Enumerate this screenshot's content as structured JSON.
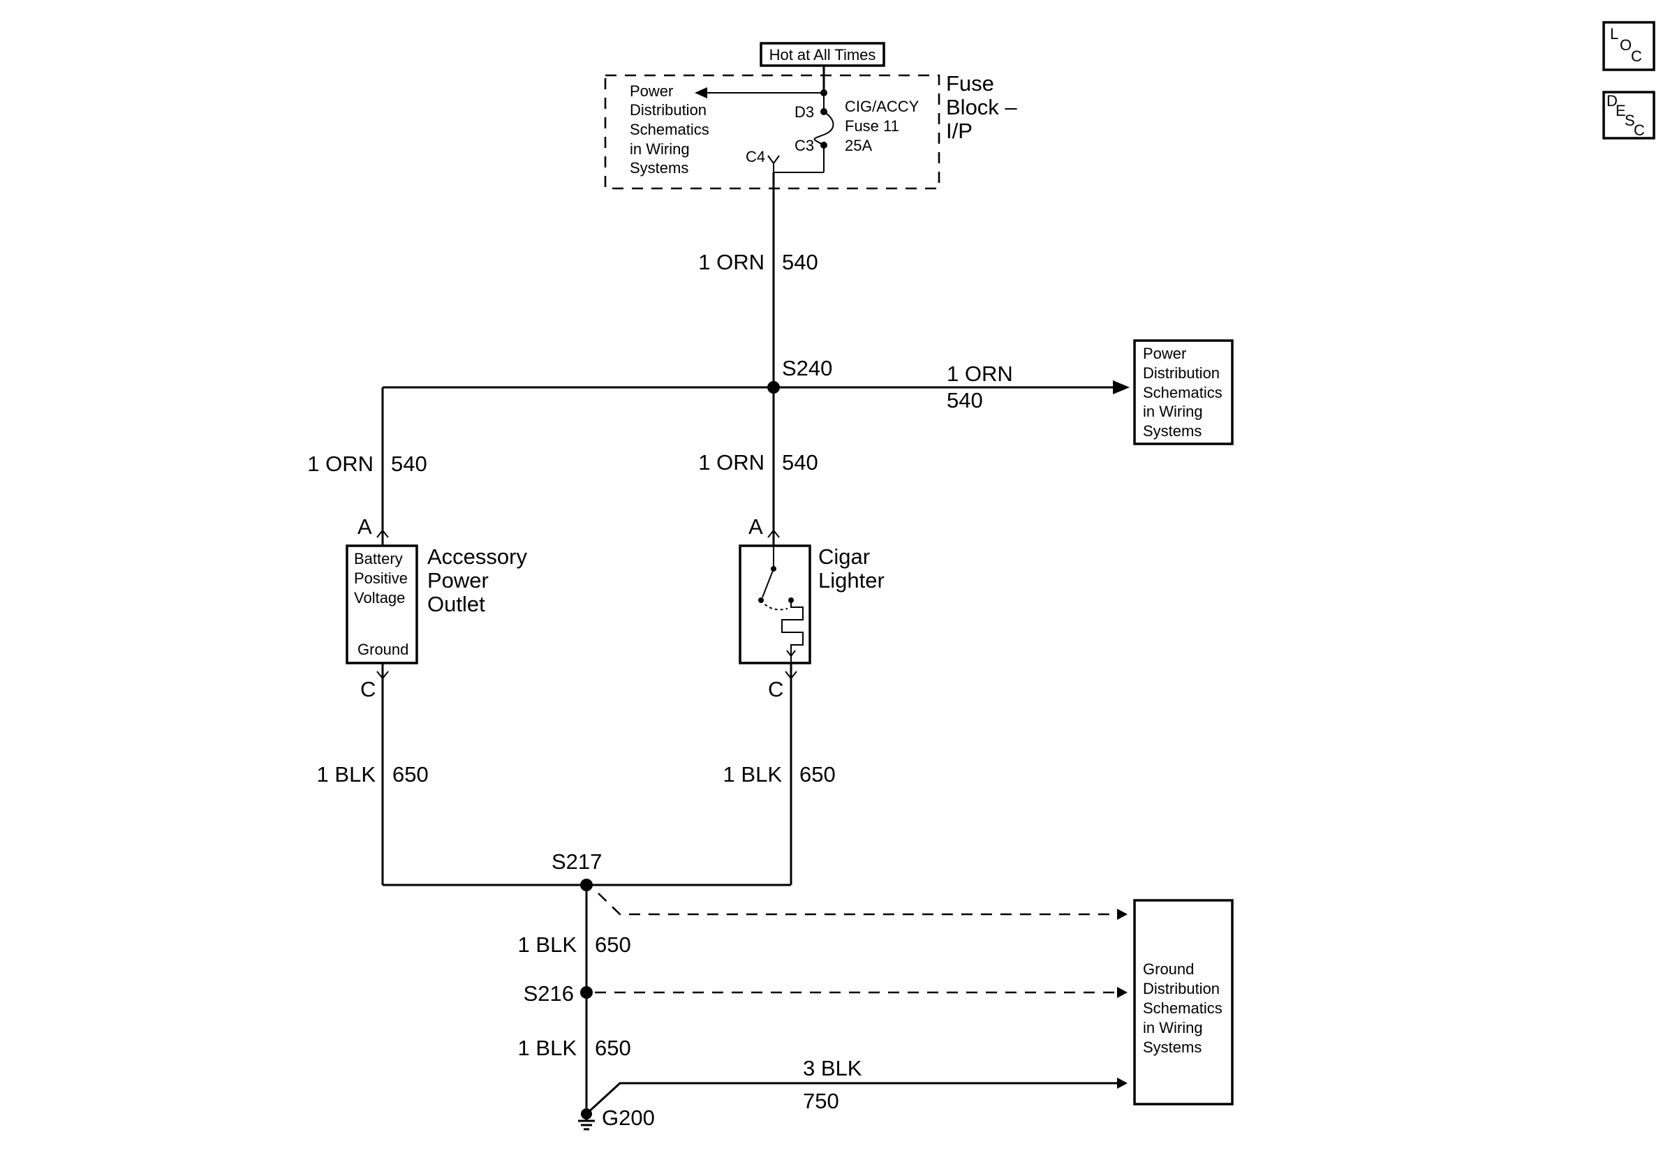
{
  "badges": {
    "loc": [
      "L",
      "O",
      "C"
    ],
    "desc": [
      "D",
      "E",
      "S",
      "C"
    ]
  },
  "fuse_block": {
    "hot_label": "Hot at All Times",
    "name_lines": [
      "Fuse",
      "Block –",
      "I/P"
    ],
    "power_dist_lines": [
      "Power",
      "Distribution",
      "Schematics",
      "in Wiring",
      "Systems"
    ],
    "fuse_lines": [
      "CIG/ACCY",
      "Fuse 11",
      "25A"
    ],
    "terminal_d3": "D3",
    "terminal_c3": "C3",
    "terminal_c4": "C4"
  },
  "wires": {
    "top": {
      "gauge": "1 ORN",
      "circuit": "540"
    },
    "right": {
      "gauge": "1 ORN",
      "circuit": "540"
    },
    "left": {
      "gauge": "1 ORN",
      "circuit": "540"
    },
    "center": {
      "gauge": "1 ORN",
      "circuit": "540"
    },
    "left_ground": {
      "gauge": "1 BLK",
      "circuit": "650"
    },
    "right_ground": {
      "gauge": "1 BLK",
      "circuit": "650"
    },
    "s217_s216": {
      "gauge": "1 BLK",
      "circuit": "650"
    },
    "s216_g200": {
      "gauge": "1 BLK",
      "circuit": "650"
    },
    "g200_ground_dist": {
      "gauge": "3 BLK",
      "circuit": "750"
    }
  },
  "splices": {
    "s240": "S240",
    "s217": "S217",
    "s216": "S216",
    "g200": "G200"
  },
  "power_dist_box": {
    "lines": [
      "Power",
      "Distribution",
      "Schematics",
      "in Wiring",
      "Systems"
    ]
  },
  "accessory_outlet": {
    "terminal_a": "A",
    "terminal_c": "C",
    "inner_lines": [
      "Battery",
      "Positive",
      "Voltage"
    ],
    "inner_ground": "Ground",
    "name_lines": [
      "Accessory",
      "Power",
      "Outlet"
    ]
  },
  "cigar_lighter": {
    "terminal_a": "A",
    "terminal_c": "C",
    "name_lines": [
      "Cigar",
      "Lighter"
    ]
  },
  "ground_dist_box": {
    "lines": [
      "Ground",
      "Distribution",
      "Schematics",
      "in Wiring",
      "Systems"
    ]
  }
}
